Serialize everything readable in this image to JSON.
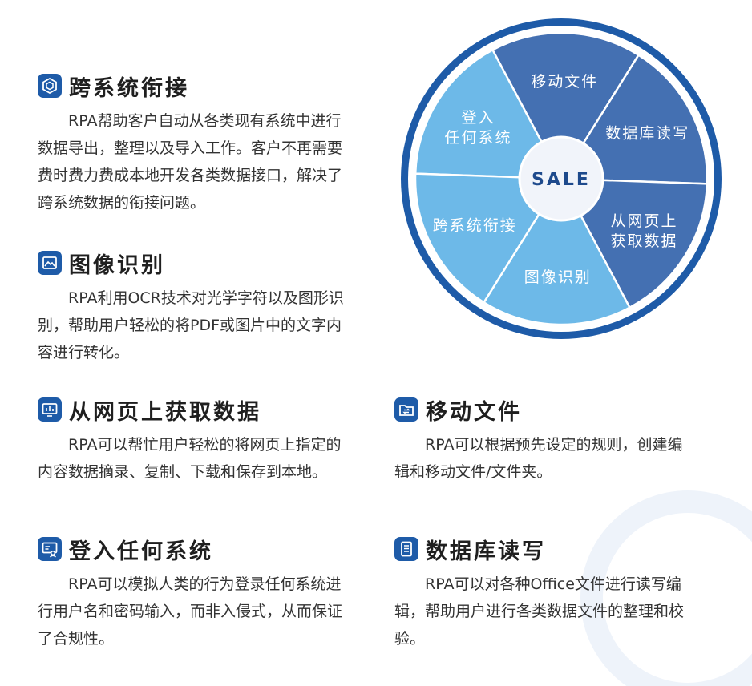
{
  "sections": [
    {
      "id": "cross-system",
      "icon": "hexagon-cube-icon",
      "title": "跨系统衔接",
      "body": "RPA帮助客户自动从各类现有系统中进行数据导出，整理以及导入工作。客户不再需要费时费力费成本地开发各类数据接口，解决了跨系统数据的衔接问题。"
    },
    {
      "id": "image-recognition",
      "icon": "image-icon",
      "title": "图像识别",
      "body": "RPA利用OCR技术对光学字符以及图形识别，帮助用户轻松的将PDF或图片中的文字内容进行转化。"
    },
    {
      "id": "web-data",
      "icon": "monitor-chart-icon",
      "title": "从网页上获取数据",
      "body": "RPA可以帮忙用户轻松的将网页上指定的内容数据摘录、复制、下载和保存到本地。"
    },
    {
      "id": "login-system",
      "icon": "login-screen-icon",
      "title": "登入任何系统",
      "body": "RPA可以模拟人类的行为登录任何系统进行用户名和密码输入，而非入侵式，从而保证了合规性。"
    },
    {
      "id": "move-files",
      "icon": "folder-swap-icon",
      "title": "移动文件",
      "body": "RPA可以根据预先设定的规则，创建编辑和移动文件/文件夹。"
    },
    {
      "id": "database-rw",
      "icon": "document-list-icon",
      "title": "数据库读写",
      "body": "RPA可以对各种Office文件进行读写编辑，帮助用户进行各类数据文件的整理和校验。"
    }
  ],
  "diagram": {
    "center": "SALE",
    "segments": [
      {
        "lines": [
          "登入",
          "任何系统"
        ],
        "color": "#6db9e8"
      },
      {
        "lines": [
          "移动文件"
        ],
        "color": "#4470b2"
      },
      {
        "lines": [
          "数据库读写"
        ],
        "color": "#4470b2"
      },
      {
        "lines": [
          "从网页上",
          "获取数据"
        ],
        "color": "#4470b2"
      },
      {
        "lines": [
          "图像识别"
        ],
        "color": "#6db9e8"
      },
      {
        "lines": [
          "跨系统衔接"
        ],
        "color": "#6db9e8"
      }
    ],
    "colors": {
      "ring": "#1e5ba8",
      "outline": "#ffffff",
      "center_fill": "#f1f4fa",
      "center_text": "#1e4a8c"
    }
  }
}
